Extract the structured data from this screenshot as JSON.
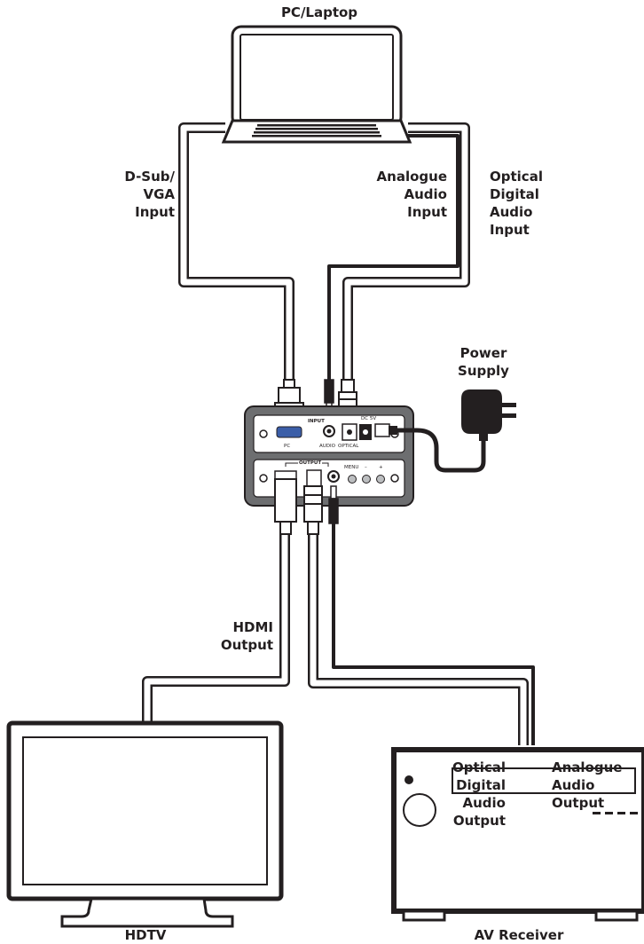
{
  "labels": {
    "pc": "PC/Laptop",
    "vga": "D-Sub/\nVGA\nInput",
    "analogue_in": "Analogue\nAudio\nInput",
    "optical_in": "Optical\nDigital\nAudio\nInput",
    "power": "Power\nSupply",
    "hdmi": "HDMI\nOutput",
    "optical_out": "Optical\nDigital\nAudio\nOutput",
    "analogue_out": "Analogue\nAudio\nOutput",
    "hdtv": "HDTV",
    "avr": "AV Receiver"
  },
  "device": {
    "input_title": "INPUT",
    "output_title": "OUTPUT",
    "pc": "PC",
    "audio": "AUDIO",
    "optical": "OPTICAL",
    "dc": "DC 5V",
    "menu": "MENU",
    "minus": "–",
    "plus": "+"
  }
}
